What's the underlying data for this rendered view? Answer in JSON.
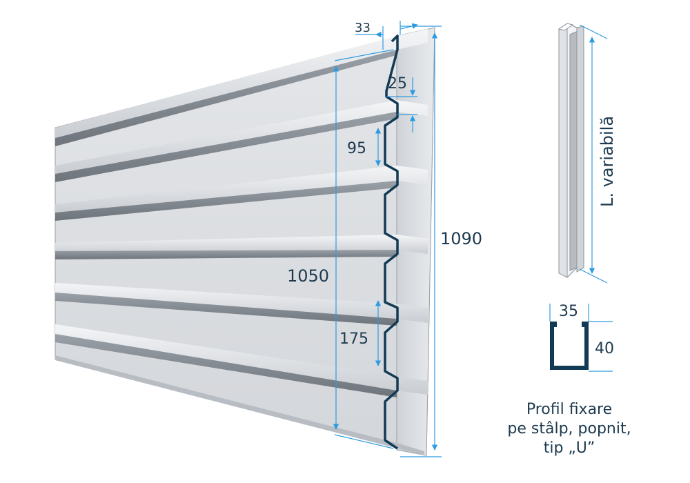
{
  "diagram": {
    "panel_dimensions": {
      "top_width": "33",
      "rib_height": "25",
      "pitch_small": "95",
      "total_height": "1090",
      "useful_height": "1050",
      "pitch_large": "175"
    },
    "u_profile": {
      "length_label": "L. variabilă",
      "width": "35",
      "height": "40"
    },
    "caption": {
      "line1": "Profil fixare",
      "line2": "pe stâlp, popnit,",
      "line3": "tip „U”"
    },
    "colors": {
      "dimension_line": "#2e9be0",
      "text": "#1d3a4f",
      "profile_outline": "#123a55",
      "panel_light": "#dfe2e6",
      "panel_shadow": "#8d939a"
    }
  }
}
